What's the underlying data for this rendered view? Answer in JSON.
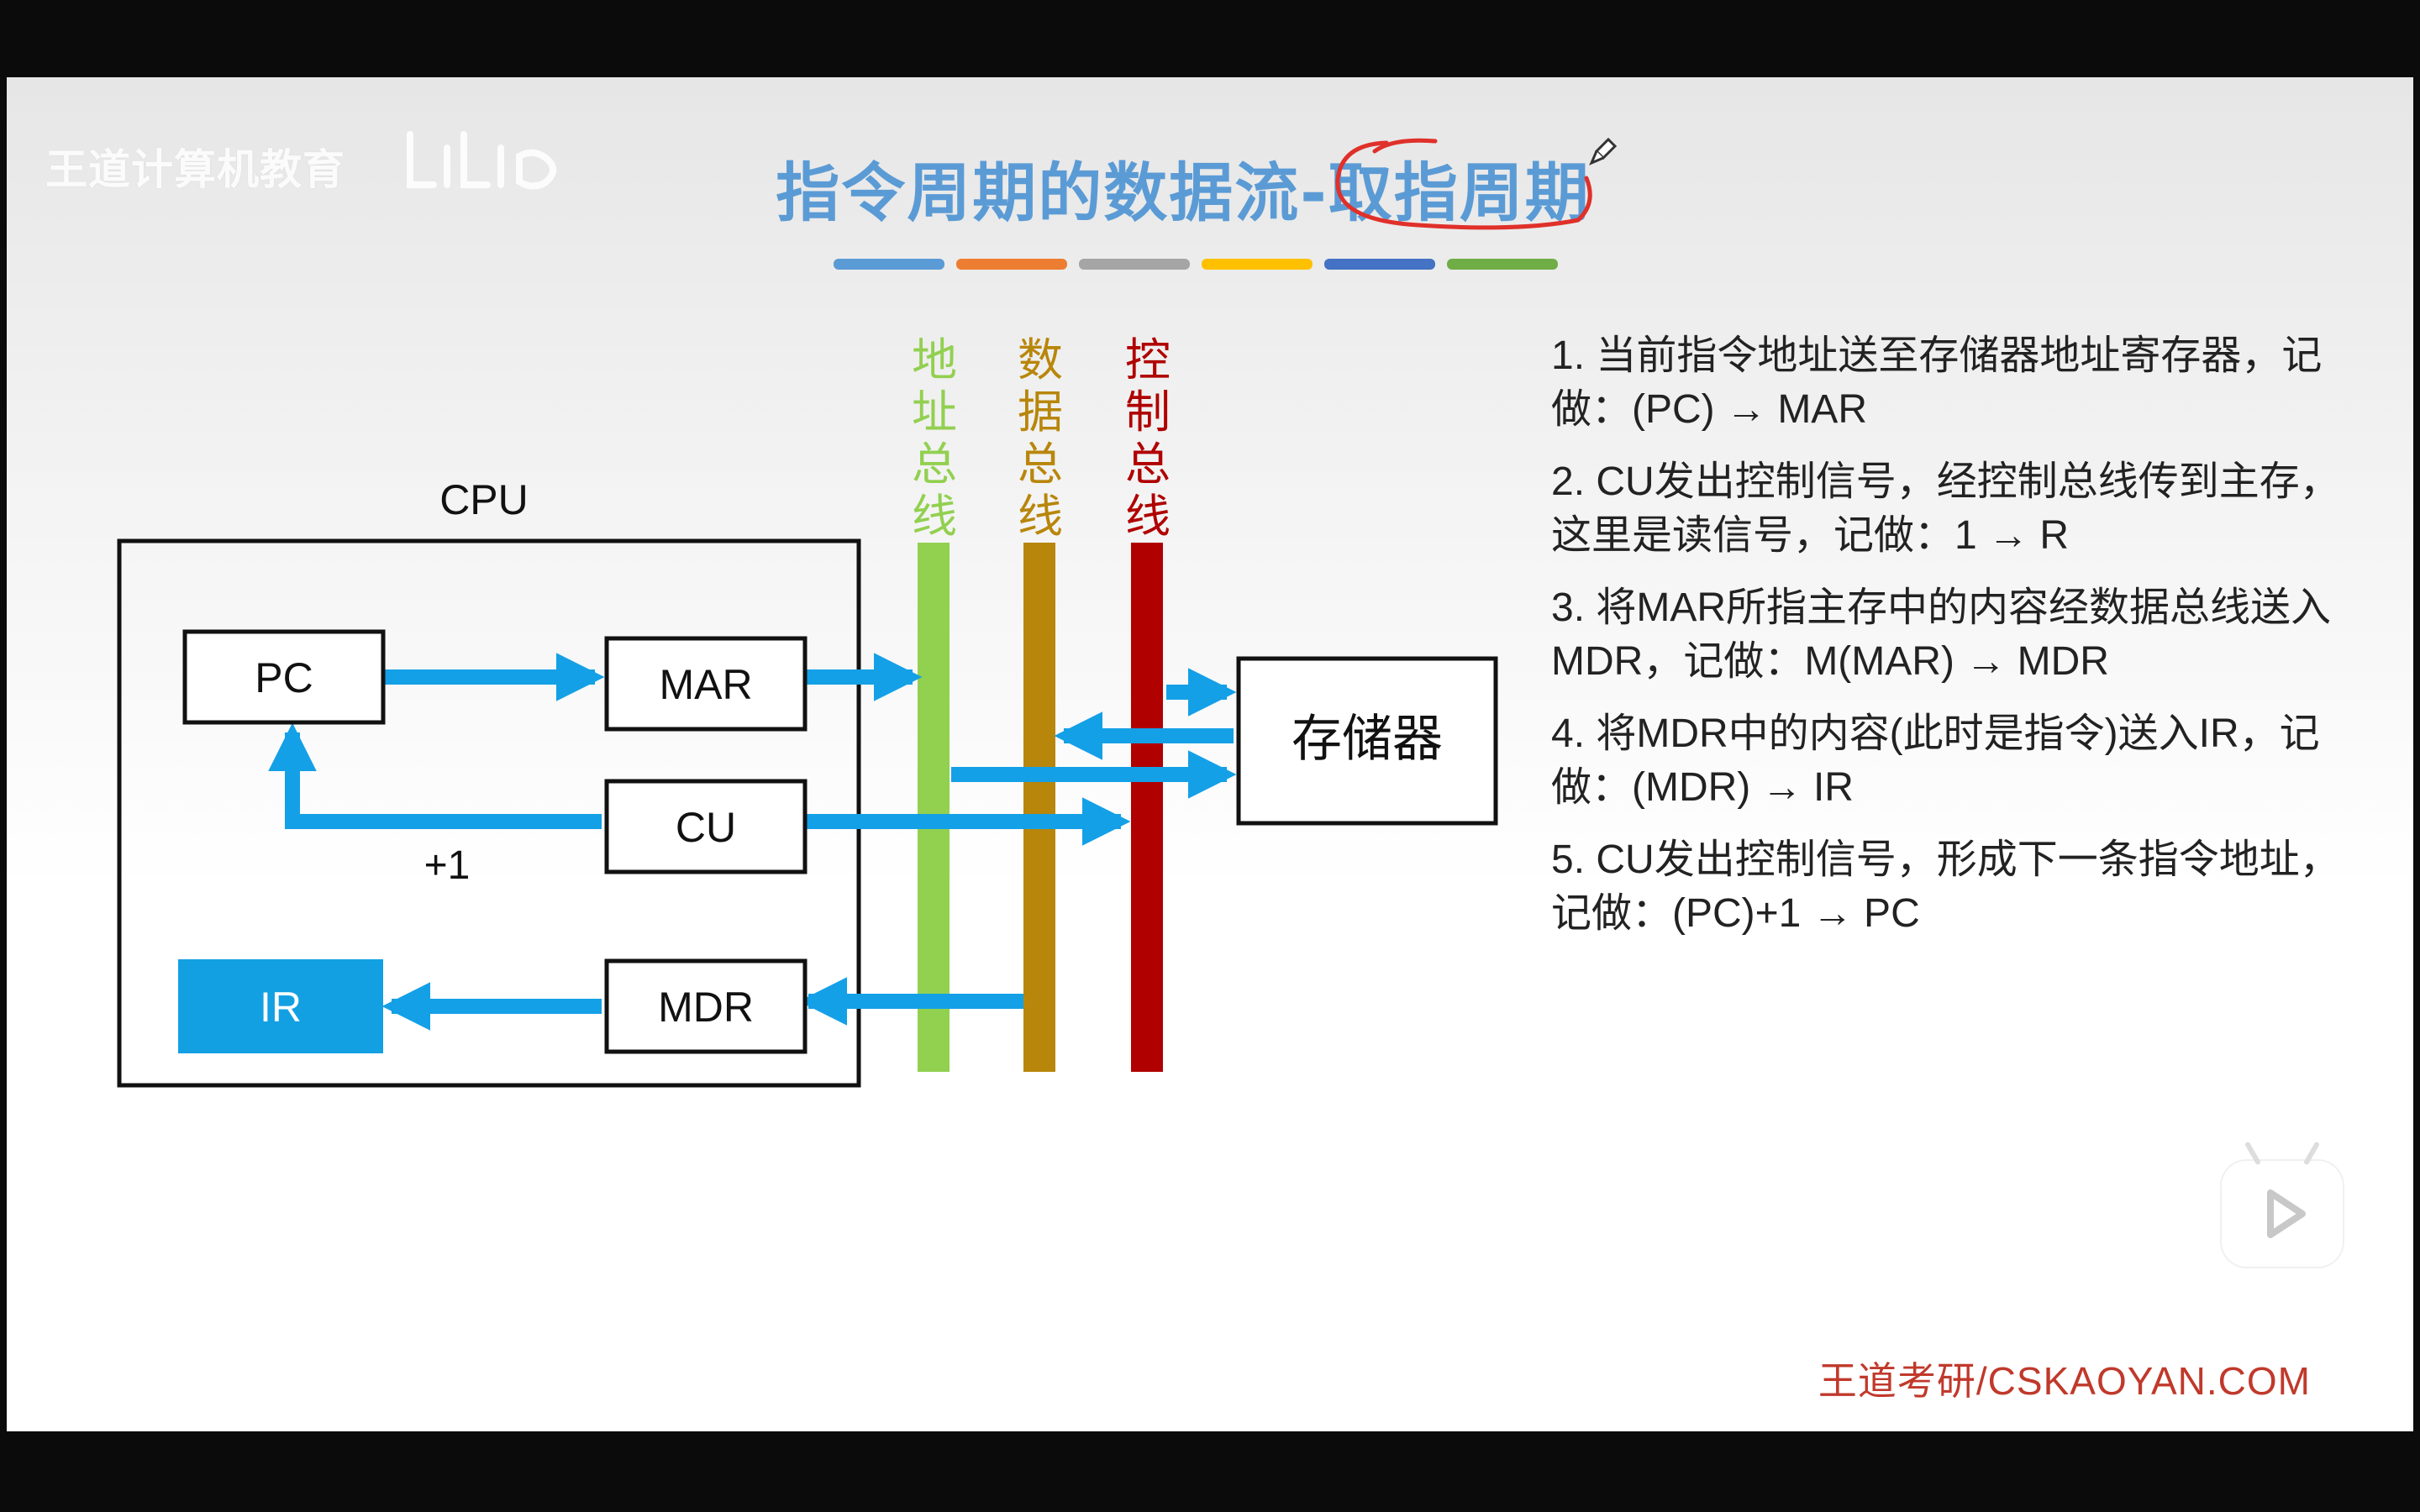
{
  "watermark": {
    "text": "王道计算机教育"
  },
  "slide": {
    "title": "指令周期的数据流-取指周期",
    "title_bar_colors": [
      "#5b9bd5",
      "#ed7d31",
      "#a5a5a5",
      "#ffc000",
      "#4472c4",
      "#70ad47"
    ],
    "annotation_color": "#e0302a"
  },
  "diagram": {
    "cpu_label": "CPU",
    "registers": {
      "pc": "PC",
      "mar": "MAR",
      "cu": "CU",
      "ir": "IR",
      "mdr": "MDR"
    },
    "increment_label": "+1",
    "memory_label": "存储器",
    "buses": [
      {
        "label": "地址总线",
        "color": "#92d050"
      },
      {
        "label": "数据总线",
        "color": "#b8860b"
      },
      {
        "label": "控制总线",
        "color": "#b00000"
      }
    ],
    "arrow_color": "#14a0e6",
    "ir_fill": "#13a0e3"
  },
  "steps": [
    {
      "text": "1. 当前指令地址送至存储器地址寄存器，记做：(PC) → MAR"
    },
    {
      "text": "2. CU发出控制信号，经控制总线传到主存，这里是读信号，记做：1 → R"
    },
    {
      "text": "3. 将MAR所指主存中的内容经数据总线送入MDR，记做：M(MAR) → MDR"
    },
    {
      "text": "4. 将MDR中的内容(此时是指令)送入IR，记做：(MDR) → IR"
    },
    {
      "text": "5. CU发出控制信号，形成下一条指令地址，记做：(PC)+1 → PC"
    }
  ],
  "footer": {
    "text": "王道考研/CSKAOYAN.COM"
  },
  "player": {
    "icon": "play-icon"
  }
}
